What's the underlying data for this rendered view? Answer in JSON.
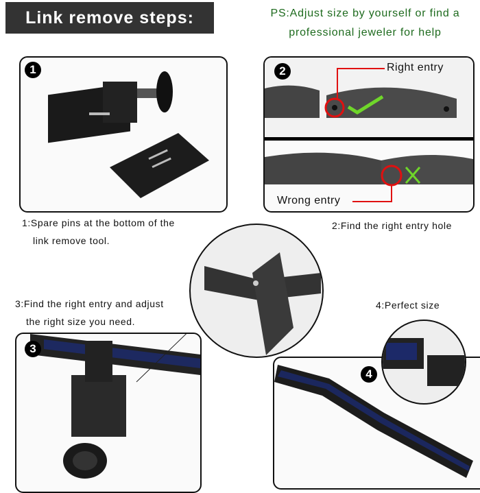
{
  "title": "Link remove steps:",
  "ps": {
    "line1": "PS:Adjust size by yourself or find a",
    "line2": "professional jeweler for help"
  },
  "steps": [
    {
      "number": "1",
      "caption_line1": "1:Spare pins at the bottom of the",
      "caption_line2": "link remove tool."
    },
    {
      "number": "2",
      "caption_line1": "2:Find the right entry hole",
      "right_label": "Right entry",
      "wrong_label": "Wrong entry"
    },
    {
      "number": "3",
      "caption_line1": "3:Find the right entry and adjust",
      "caption_line2": "the right size you need."
    },
    {
      "number": "4",
      "caption_line1": "4:Perfect size"
    }
  ],
  "colors": {
    "accent_green": "#1d6a1d",
    "marker_red": "#e01010",
    "check_green": "#6fd62a"
  }
}
